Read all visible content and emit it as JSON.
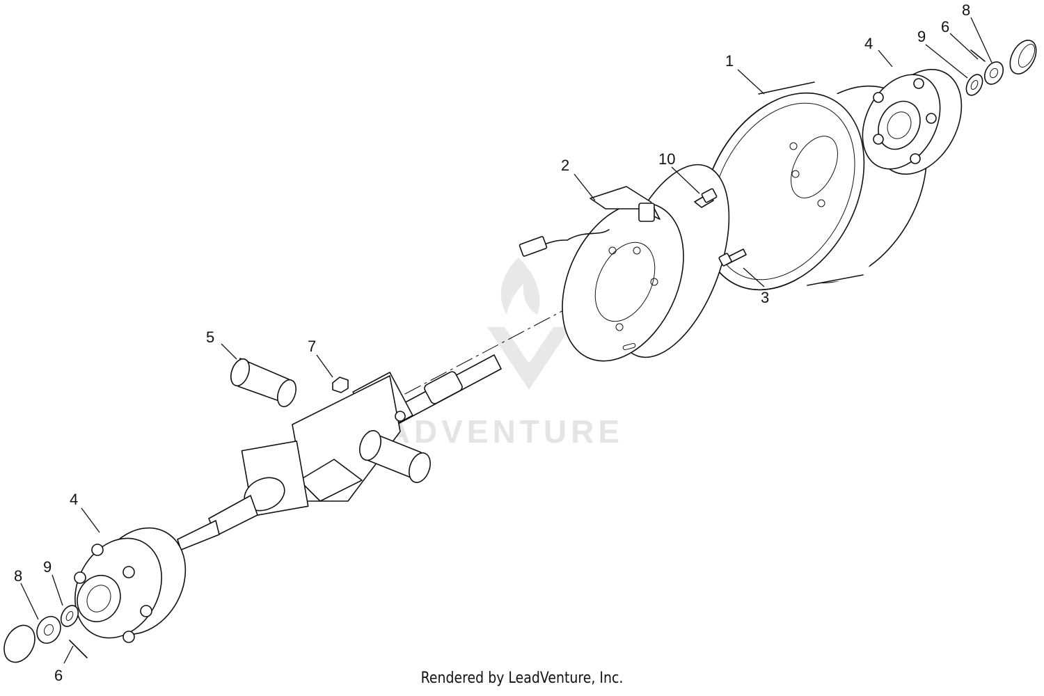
{
  "watermark": {
    "brand": "LEADVENTURE"
  },
  "footer": {
    "credit": "Rendered by LeadVenture, Inc."
  },
  "callouts": [
    {
      "id": "c1",
      "label": "1"
    },
    {
      "id": "c2",
      "label": "2"
    },
    {
      "id": "c3",
      "label": "3"
    },
    {
      "id": "c4a",
      "label": "4"
    },
    {
      "id": "c4b",
      "label": "4"
    },
    {
      "id": "c5",
      "label": "5"
    },
    {
      "id": "c6a",
      "label": "6"
    },
    {
      "id": "c6b",
      "label": "6"
    },
    {
      "id": "c7",
      "label": "7"
    },
    {
      "id": "c8a",
      "label": "8"
    },
    {
      "id": "c8b",
      "label": "8"
    },
    {
      "id": "c9a",
      "label": "9"
    },
    {
      "id": "c9b",
      "label": "9"
    },
    {
      "id": "c10",
      "label": "10"
    }
  ]
}
